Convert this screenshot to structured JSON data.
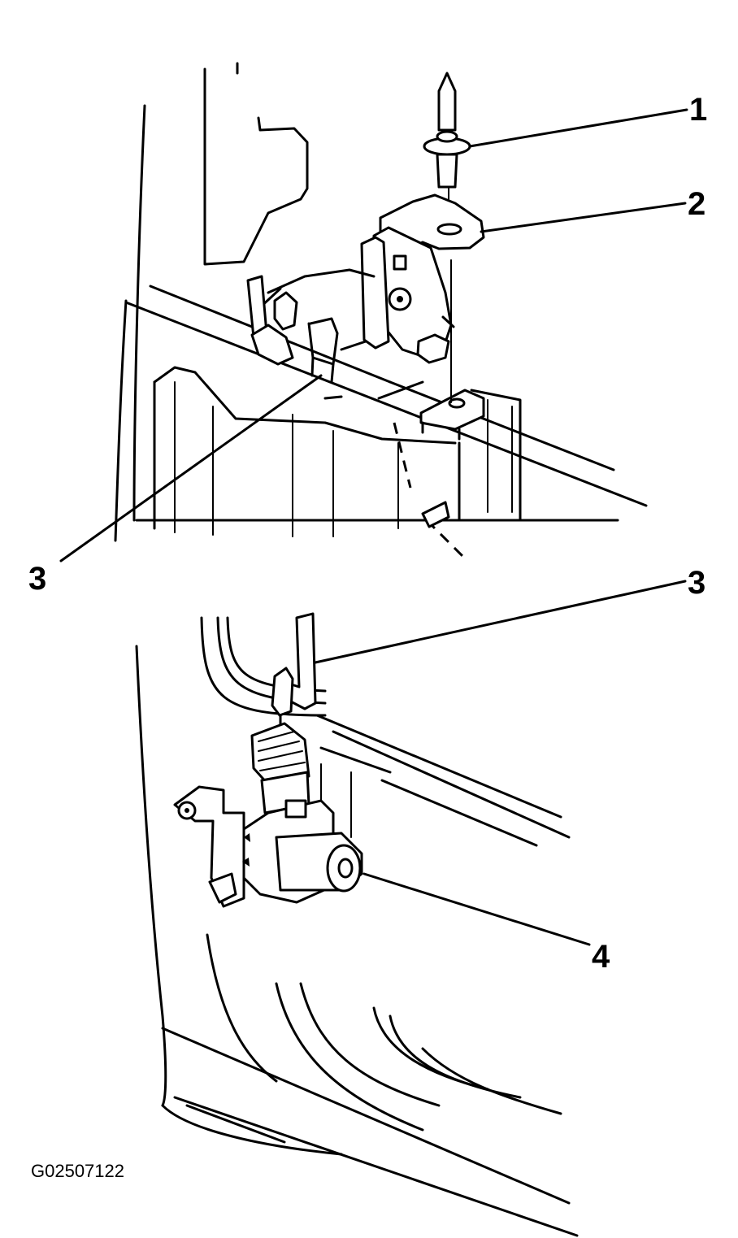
{
  "figure": {
    "id_label": "G02507122"
  },
  "callouts": [
    {
      "key": "c1",
      "number": "1"
    },
    {
      "key": "c2",
      "number": "2"
    },
    {
      "key": "c3a",
      "number": "3"
    },
    {
      "key": "c3b",
      "number": "3"
    },
    {
      "key": "c4",
      "number": "4"
    }
  ]
}
